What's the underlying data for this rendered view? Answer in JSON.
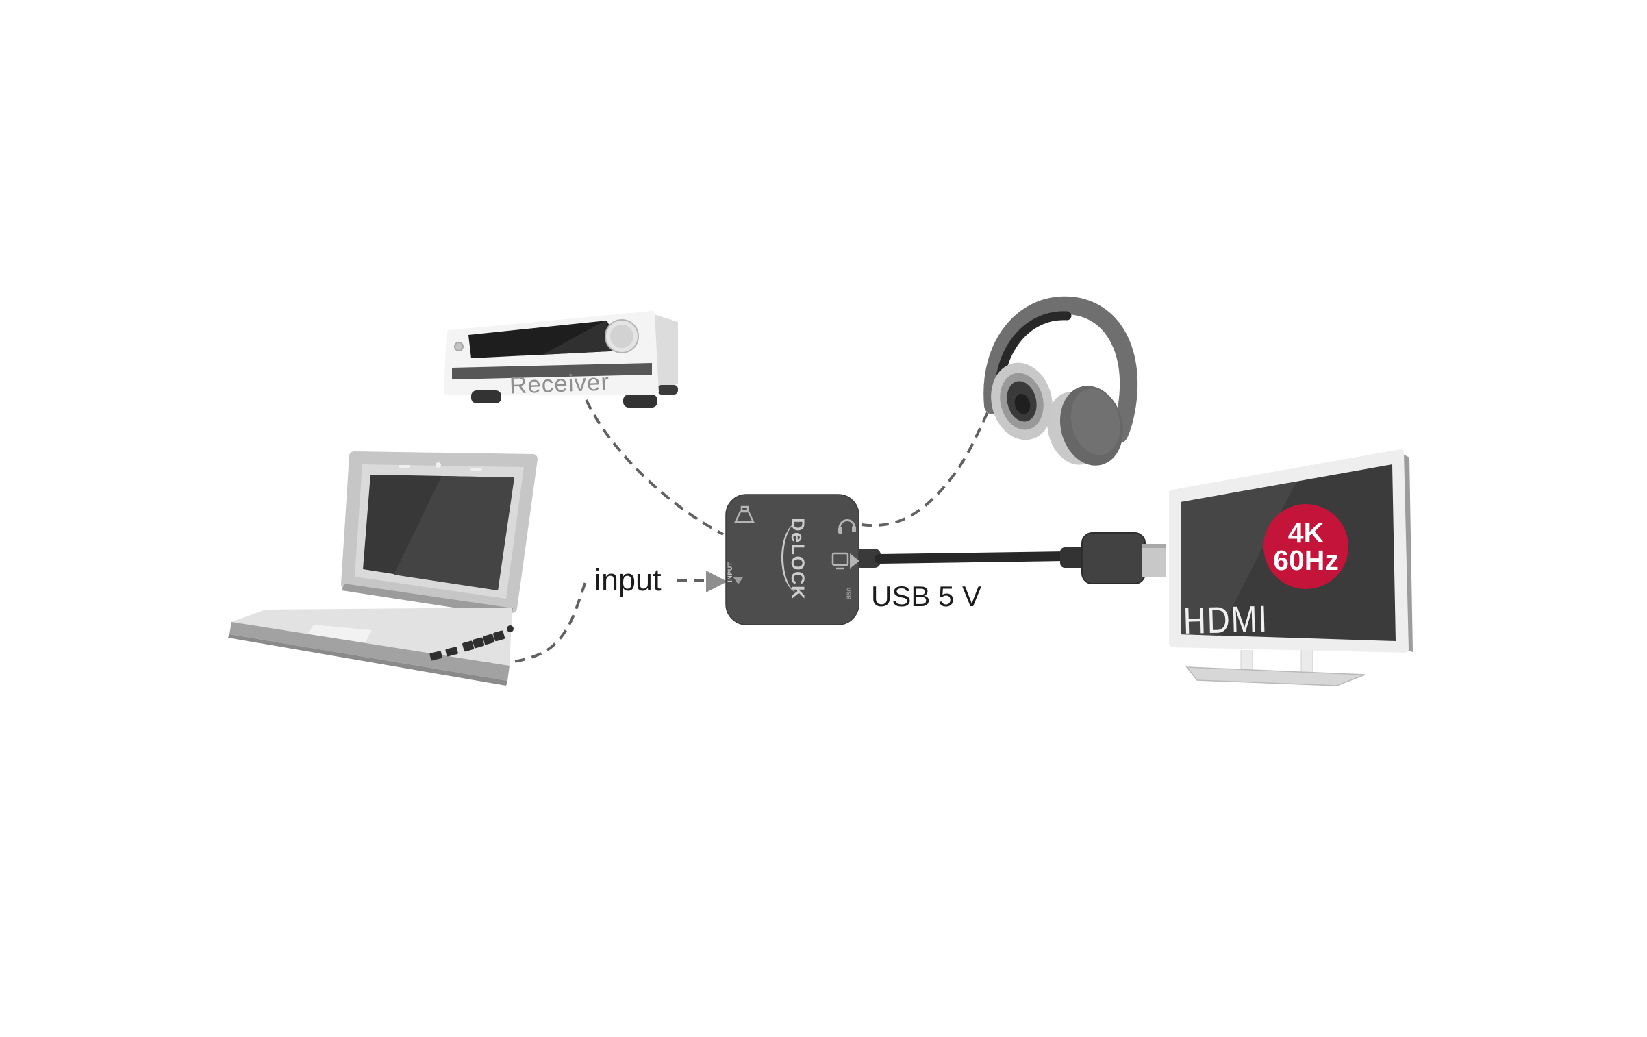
{
  "labels": {
    "receiver": "Receiver",
    "input": "input",
    "usb_power": "USB 5 V",
    "hdmi": "HDMI",
    "badge_top": "4K",
    "badge_bottom": "60Hz",
    "brand": "DeLOCK",
    "adapter_input_port": "INPUT",
    "adapter_usb_port": "USB"
  },
  "devices": [
    {
      "name": "receiver",
      "kind": "av-receiver"
    },
    {
      "name": "laptop",
      "kind": "notebook-computer"
    },
    {
      "name": "headphones",
      "kind": "headphones"
    },
    {
      "name": "adapter",
      "kind": "usb-multiport-adapter",
      "brand": "DeLOCK"
    },
    {
      "name": "monitor",
      "kind": "hdmi-display",
      "resolution_badge": "4K 60Hz"
    }
  ],
  "icons": {
    "toslink": "trapezoid-optical-out-glyph",
    "headphone_port": "headphones-glyph",
    "display_port": "monitor-with-right-arrow-glyph",
    "input_arrow": "solid-right-triangle"
  },
  "colors": {
    "badge_red": "#C4143A",
    "adapter_body": "#4d4d4d",
    "dash_gray": "#616161",
    "cable_dark": "#2a2a2a",
    "text_dark": "#1b1b1b",
    "receiver_text": "#8f8f8f",
    "hdmi_text": "#f1f1f1",
    "logo_gray": "#cdcdcd"
  }
}
